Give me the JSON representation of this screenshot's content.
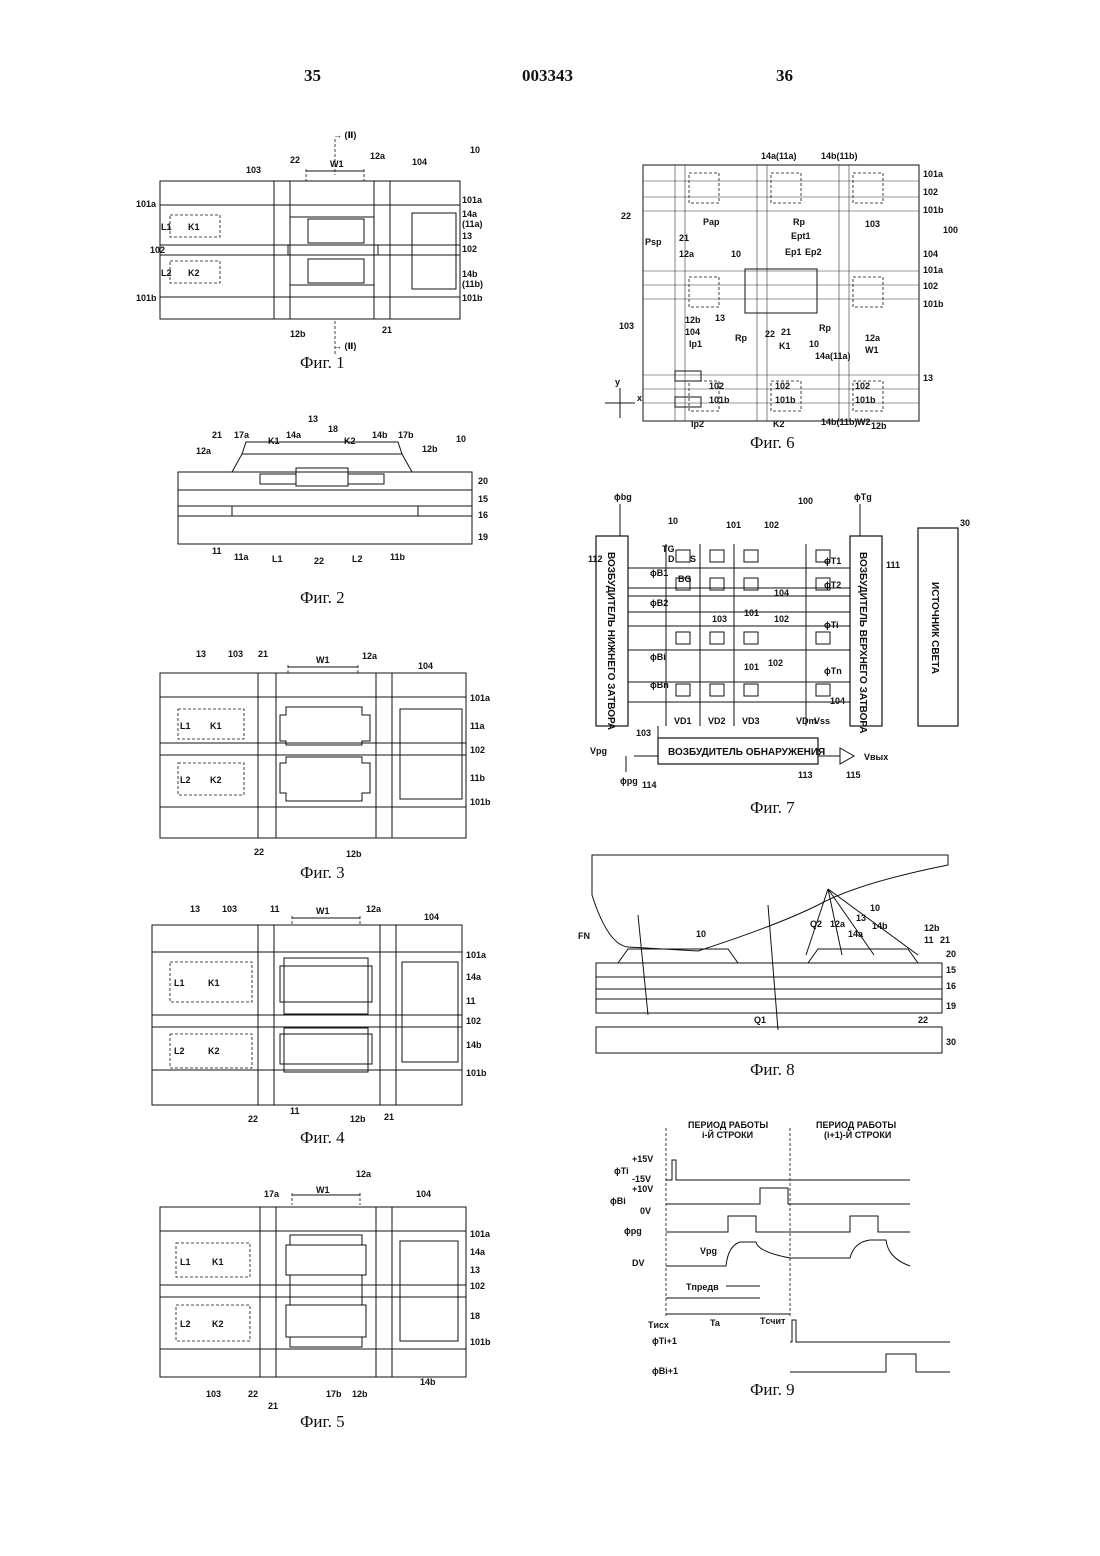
{
  "header": {
    "left_page": "35",
    "doc_number": "003343",
    "right_page": "36"
  },
  "captions": {
    "fig1": "Фиг. 1",
    "fig2": "Фиг. 2",
    "fig3": "Фиг. 3",
    "fig4": "Фиг. 4",
    "fig5": "Фиг. 5",
    "fig6": "Фиг. 6",
    "fig7": "Фиг. 7",
    "fig8": "Фиг. 8",
    "fig9": "Фиг. 9"
  },
  "fig1": {
    "section_top": "→ (Ⅱ)",
    "section_bottom": "→ (Ⅱ)",
    "ref": "10",
    "labels": {
      "n103": "103",
      "n22": "22",
      "w1": "W1",
      "n12a": "12a",
      "n104": "104",
      "n101a": "101a",
      "n14a": "14a",
      "n11a": "(11a)",
      "n13": "13",
      "n102": "102",
      "n14b": "14b",
      "n11b": "(11b)",
      "n101b": "101b",
      "l1": "L1",
      "k1": "K1",
      "l2": "L2",
      "k2": "K2",
      "n12b": "12b",
      "n21": "21"
    }
  },
  "fig2": {
    "ref": "10",
    "labels": {
      "n13": "13",
      "n18": "18",
      "n21": "21",
      "n17a": "17a",
      "k1": "K1",
      "n14a": "14a",
      "k2": "K2",
      "n14b": "14b",
      "n17b": "17b",
      "n12a": "12a",
      "n12b": "12b",
      "n20": "20",
      "n15": "15",
      "n16": "16",
      "n19": "19",
      "n11": "11",
      "n11a": "11a",
      "l1": "L1",
      "n22": "22",
      "l2": "L2",
      "n11b": "11b"
    }
  },
  "fig3": {
    "labels": {
      "n13": "13",
      "n103": "103",
      "n21": "21",
      "w1": "W1",
      "n12a": "12a",
      "n104": "104",
      "n101a": "101a",
      "n11a": "11a",
      "n102": "102",
      "n11b": "11b",
      "n101b": "101b",
      "l1": "L1",
      "k1": "K1",
      "l2": "L2",
      "k2": "K2",
      "n22": "22",
      "n12b": "12b"
    }
  },
  "fig4": {
    "labels": {
      "n13": "13",
      "n103": "103",
      "n11": "11",
      "w1": "W1",
      "n12a": "12a",
      "n104": "104",
      "n101a": "101a",
      "n14a": "14a",
      "n11r": "11",
      "n102": "102",
      "n14b": "14b",
      "n101b": "101b",
      "l1": "L1",
      "k1": "K1",
      "l2": "L2",
      "k2": "K2",
      "n22": "22",
      "n11bot": "11",
      "n12b": "12b",
      "n21": "21"
    }
  },
  "fig5": {
    "labels": {
      "n12a": "12a",
      "n17a": "17a",
      "w1": "W1",
      "n104": "104",
      "n101a": "101a",
      "n14a": "14a",
      "n13": "13",
      "n102": "102",
      "n18": "18",
      "n101b": "101b",
      "l1": "L1",
      "k1": "K1",
      "l2": "L2",
      "k2": "K2",
      "n103": "103",
      "n22": "22",
      "n21": "21",
      "n17b": "17b",
      "n12b": "12b",
      "n14b": "14b"
    }
  },
  "fig6": {
    "labels": {
      "n14a11a": "14a(11a)",
      "n14b11b": "14b(11b)",
      "n101a": "101a",
      "n102": "102",
      "n101b": "101b",
      "n22": "22",
      "n103": "103",
      "n100": "100",
      "psp": "Psp",
      "rp": "Rp",
      "pap": "Pap",
      "ept1": "Ept1",
      "ep1": "Ep1",
      "ep2": "Ep2",
      "n21": "21",
      "n12a": "12a",
      "n10": "10",
      "n104": "104",
      "n13": "13",
      "n12b": "12b",
      "ip1": "Ip1",
      "ip2": "Ip2",
      "k1": "K1",
      "k2": "K2",
      "w1": "W1",
      "w2": "W2",
      "y": "y",
      "x": "x"
    }
  },
  "fig7": {
    "phi_bg": "ϕbg",
    "phi_tg": "ϕTg",
    "ref100": "100",
    "left_driver": "ВОЗБУДИТЕЛЬ НИЖНЕГО ЗАТВОРА",
    "right_driver": "ВОЗБУДИТЕЛЬ ВЕРХНЕГО ЗАТВОРА",
    "light_source": "ИСТОЧНИК СВЕТА",
    "detect_driver": "ВОЗБУДИТЕЛЬ ОБНАРУЖЕНИЯ",
    "labels": {
      "n112": "112",
      "n111": "111",
      "n30": "30",
      "n10": "10",
      "n101": "101",
      "n102": "102",
      "tg": "TG",
      "d": "D",
      "s": "S",
      "bg": "BG",
      "phiB1": "ϕB1",
      "phiB2": "ϕB2",
      "phiBi": "ϕBi",
      "phiBn": "ϕBn",
      "phiT1": "ϕT1",
      "phiT2": "ϕT2",
      "phiTi": "ϕTi",
      "phiTn": "ϕTn",
      "n103": "103",
      "n104": "104",
      "vd1": "VD1",
      "vd2": "VD2",
      "vd3": "VD3",
      "vdm": "VDm",
      "vss": "Vss",
      "vpg": "Vpg",
      "phipg": "ϕpg",
      "n113": "113",
      "n114": "114",
      "n115": "115",
      "vout": "Vвых"
    }
  },
  "fig8": {
    "labels": {
      "fn": "FN",
      "n10a": "10",
      "n10b": "10",
      "q2": "Q2",
      "n12a": "12a",
      "n13": "13",
      "n14a": "14a",
      "n14b": "14b",
      "n12b": "12b",
      "n11": "11",
      "n21": "21",
      "n20": "20",
      "n15": "15",
      "n16": "16",
      "n19": "19",
      "n22": "22",
      "q1": "Q1",
      "n30": "30"
    }
  },
  "fig9": {
    "period1": "ПЕРИОД РАБОТЫ",
    "period1b": "i-Й СТРОКИ",
    "period2": "ПЕРИОД РАБОТЫ",
    "period2b": "(i+1)-Й СТРОКИ",
    "labels": {
      "phiTi": "ϕTi",
      "p15": "+15V",
      "m15": "-15V",
      "phiBi": "ϕBi",
      "p10": "+10V",
      "v0": "0V",
      "phipg": "ϕpg",
      "dv": "DV",
      "vpg": "Vpg",
      "tpred": "Tпредв",
      "tisx": "Tисх",
      "ta": "Ta",
      "tschit": "Tсчит",
      "phiTi1": "ϕTi+1",
      "phiBi1": "ϕBi+1"
    }
  }
}
